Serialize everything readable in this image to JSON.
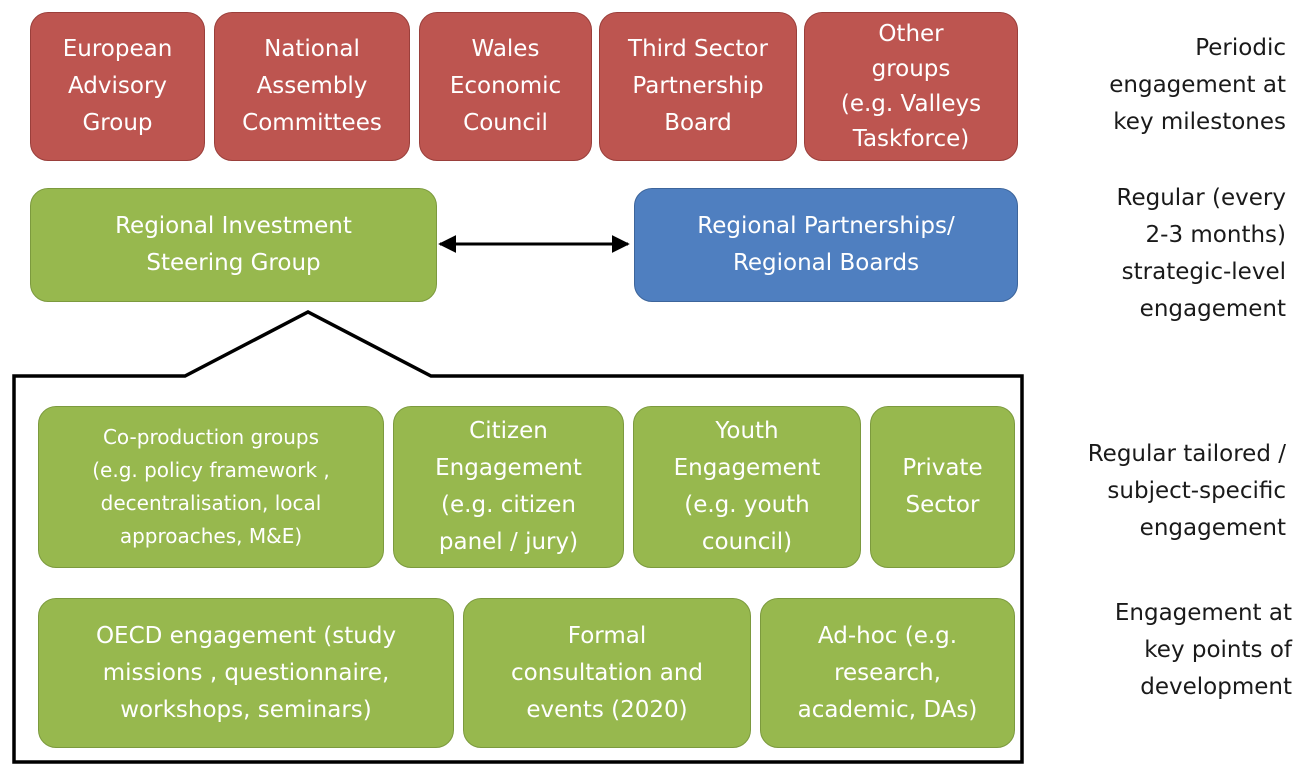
{
  "top_groups": [
    {
      "text": "European\nAdvisory\nGroup"
    },
    {
      "text": "National\nAssembly\nCommittees"
    },
    {
      "text": "Wales\nEconomic\nCouncil"
    },
    {
      "text": "Third Sector\nPartnership\nBoard"
    },
    {
      "text": "Other\ngroups\n(e.g. Valleys\nTaskforce)"
    }
  ],
  "steering": {
    "text": "Regional Investment\nSteering Group"
  },
  "partnerships": {
    "text": "Regional Partnerships/\nRegional Boards"
  },
  "subject_groups": [
    {
      "text": "Co-production groups\n(e.g. policy framework ,\ndecentralisation, local\napproaches, M&E)"
    },
    {
      "text": "Citizen\nEngagement\n(e.g. citizen\npanel / jury)"
    },
    {
      "text": "Youth\nEngagement\n(e.g. youth\ncouncil)"
    },
    {
      "text": "Private\nSector"
    }
  ],
  "development_groups": [
    {
      "text": "OECD engagement (study\nmissions , questionnaire,\nworkshops, seminars)"
    },
    {
      "text": "Formal\nconsultation and\nevents (2020)"
    },
    {
      "text": "Ad-hoc (e.g.\nresearch,\nacademic, DAs)"
    }
  ],
  "side_labels": {
    "periodic": "Periodic\nengagement at\nkey milestones",
    "regular": "Regular (every\n2-3 months)\nstrategic-level\nengagement",
    "tailored": "Regular tailored /\nsubject-specific\nengagement",
    "development": "Engagement at\nkey points of\ndevelopment"
  },
  "colors": {
    "red": "#bd5550",
    "green": "#97b84e",
    "blue": "#4f7fc0",
    "outline": "#000000"
  }
}
